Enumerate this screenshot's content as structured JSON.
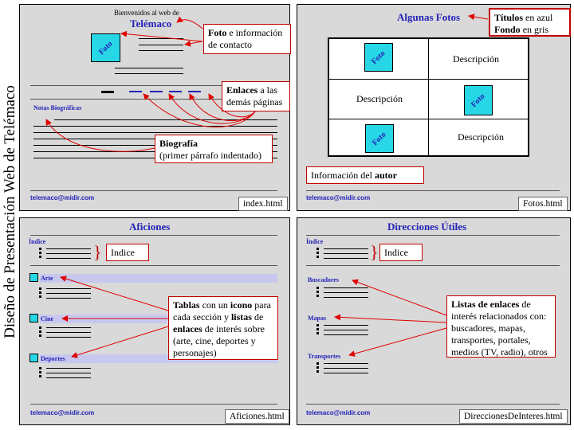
{
  "side_title": "Diseño de Presentación Web de Telémaco",
  "index": {
    "welcome": "Bienvenidos al web de",
    "site_name": "Telémaco",
    "foto": "Foto",
    "notas": "Notas Biográficas",
    "email": "telemaco@midir.com",
    "filename": "index.html",
    "callout_foto_bold": "Foto",
    "callout_foto_rest": " e información de contacto",
    "callout_enlaces_bold": "Enlaces",
    "callout_enlaces_rest": " a las demás páginas",
    "callout_bio_bold": "Biografía",
    "callout_bio_rest": "(primer párrafo indentado)"
  },
  "fotos": {
    "title": "Algunas Fotos",
    "foto": "Foto",
    "desc": "Descripción",
    "callout_titulos_bold": "Títulos",
    "callout_titulos_rest": " en azul",
    "callout_fondo_bold": "Fondo",
    "callout_fondo_rest": " en gris",
    "info_pre": "Información del ",
    "info_bold": "autor",
    "filename": "Fotos.html"
  },
  "aficiones": {
    "title": "Aficiones",
    "indice": "Índice",
    "indice_label": "Indice",
    "sections": [
      "Arte",
      "Cine",
      "Deportes"
    ],
    "callout": {
      "b1": "Tablas",
      "t1": " con un ",
      "b2": "icono",
      "t2": " para cada sección y ",
      "b3": "listas",
      "t3": " de ",
      "b4": "enlaces",
      "t4": " de interés sobre (arte, cine, deportes y personajes)"
    },
    "email": "telemaco@midir.com",
    "filename": "Aficiones.html"
  },
  "direcciones": {
    "title": "Direcciones Útiles",
    "indice": "Índice",
    "indice_label": "Indice",
    "sections": [
      "Buscadores",
      "Mapas",
      "Transportes"
    ],
    "callout": {
      "b1": "Listas de enlaces",
      "t1": " de interés relacionados con: buscadores, mapas, transportes, portales, medios (TV, radio), otros"
    },
    "email": "telemaco@midir.com",
    "filename": "DireccionesDeInteres.html"
  },
  "colors": {
    "panel_bg": "#d9d9d9",
    "title_blue": "#2323b8",
    "arrow_red": "#e00000",
    "foto_cyan": "#27d7e5",
    "band": "#c8c8ef"
  }
}
